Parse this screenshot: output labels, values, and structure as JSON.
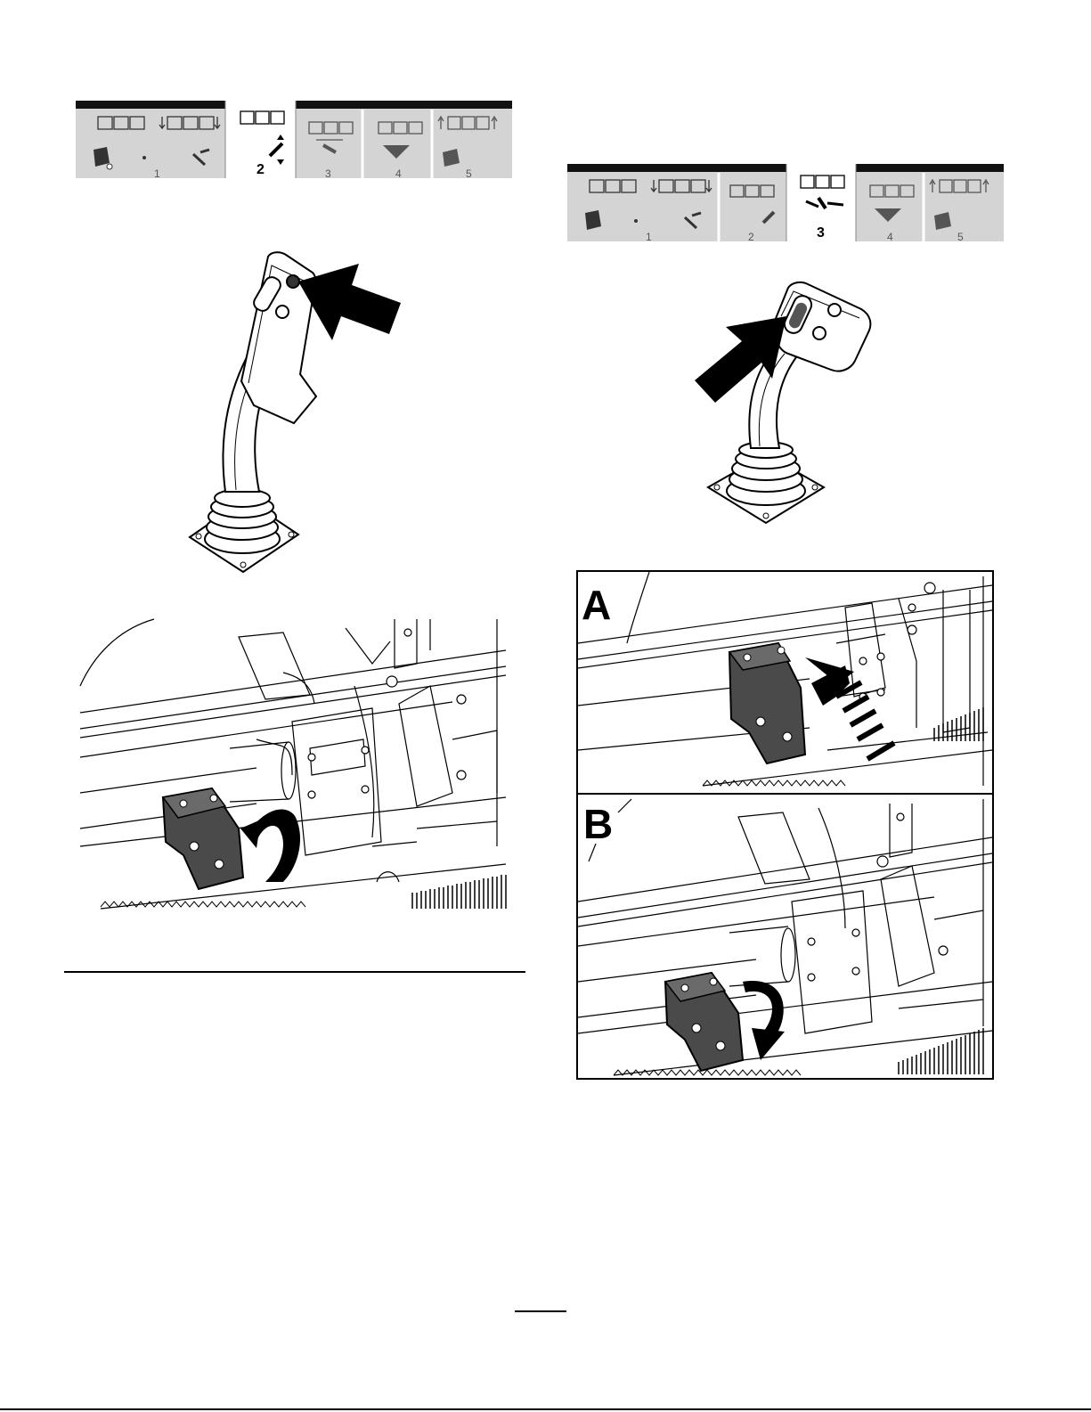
{
  "left_mode_bar": {
    "tab_numbers": [
      "1",
      "2",
      "3",
      "4",
      "5"
    ],
    "active_tab": "2"
  },
  "right_mode_bar": {
    "tab_numbers": [
      "1",
      "2",
      "3",
      "4",
      "5"
    ],
    "active_tab": "3"
  },
  "panels": {
    "a_label": "A",
    "b_label": "B"
  },
  "colors": {
    "ink": "#000000",
    "tab_background": "#d4d4d4",
    "active_tab_background": "#ffffff",
    "part_fill": "#4a4a4a"
  }
}
